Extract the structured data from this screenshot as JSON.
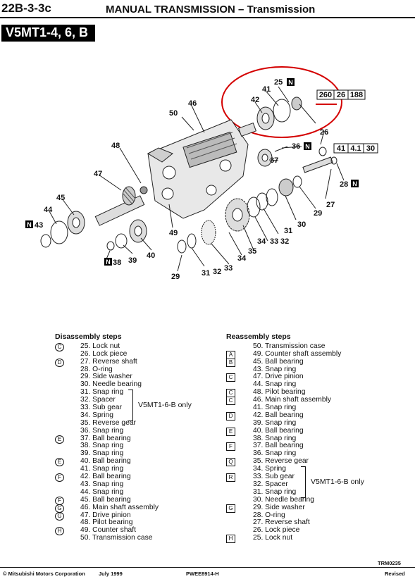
{
  "header": {
    "section": "22B-3-3c",
    "title": "MANUAL TRANSMISSION – Transmission"
  },
  "model_banner": "V5MT1-4, 6, B",
  "diagram": {
    "torque_specs": [
      "260",
      "26",
      "188"
    ],
    "torque_specs_2": [
      "41",
      "4.1",
      "30"
    ],
    "n_mark": "N",
    "callouts": [
      "25",
      "41",
      "42",
      "50",
      "46",
      "26",
      "36",
      "37",
      "48",
      "47",
      "45",
      "44",
      "43",
      "49",
      "40",
      "39",
      "38",
      "29",
      "31",
      "32",
      "33",
      "34",
      "35",
      "30",
      "27",
      "28"
    ]
  },
  "disassembly": {
    "heading": "Disassembly steps",
    "variant_note": "V5MT1-6-B only",
    "steps": [
      {
        "mark": "C",
        "text": "25. Lock nut"
      },
      {
        "mark": "",
        "text": "26. Lock piece"
      },
      {
        "mark": "D",
        "text": "27. Reverse shaft"
      },
      {
        "mark": "",
        "text": "28. O-ring"
      },
      {
        "mark": "",
        "text": "29. Side washer"
      },
      {
        "mark": "",
        "text": "30. Needle bearing"
      },
      {
        "mark": "",
        "text": "31. Snap ring"
      },
      {
        "mark": "",
        "text": "32. Spacer"
      },
      {
        "mark": "",
        "text": "33. Sub gear"
      },
      {
        "mark": "",
        "text": "34. Spring"
      },
      {
        "mark": "",
        "text": "35. Reverse gear"
      },
      {
        "mark": "",
        "text": "36. Snap ring"
      },
      {
        "mark": "E",
        "text": "37. Ball bearing"
      },
      {
        "mark": "",
        "text": "38. Snap ring"
      },
      {
        "mark": "",
        "text": "39. Snap ring"
      },
      {
        "mark": "E",
        "text": "40. Ball bearing"
      },
      {
        "mark": "",
        "text": "41. Snap ring"
      },
      {
        "mark": "F",
        "text": "42. Ball bearing"
      },
      {
        "mark": "",
        "text": "43. Snap ring"
      },
      {
        "mark": "",
        "text": "44. Snap ring"
      },
      {
        "mark": "F",
        "text": "45. Ball bearing"
      },
      {
        "mark": "G",
        "text": "46. Main shaft assembly"
      },
      {
        "mark": "G",
        "text": "47. Drive pinion"
      },
      {
        "mark": "",
        "text": "48. Pilot bearing"
      },
      {
        "mark": "H",
        "text": "49. Counter shaft"
      },
      {
        "mark": "",
        "text": "50. Transmission case"
      }
    ]
  },
  "reassembly": {
    "heading": "Reassembly steps",
    "variant_note": "V5MT1-6-B only",
    "steps": [
      {
        "mark": "",
        "text": "50. Transmission case"
      },
      {
        "mark": "A",
        "text": "49. Counter shaft assembly"
      },
      {
        "mark": "B",
        "text": "45. Ball bearing"
      },
      {
        "mark": "",
        "text": "43. Snap ring"
      },
      {
        "mark": "C",
        "text": "47. Drive pinion"
      },
      {
        "mark": "",
        "text": "44. Snap ring"
      },
      {
        "mark": "C",
        "text": "48. Pilot bearing"
      },
      {
        "mark": "C",
        "text": "46. Main shaft assembly"
      },
      {
        "mark": "",
        "text": "41. Snap ring"
      },
      {
        "mark": "D",
        "text": "42. Ball bearing"
      },
      {
        "mark": "",
        "text": "39. Snap ring"
      },
      {
        "mark": "E",
        "text": "40. Ball bearing"
      },
      {
        "mark": "",
        "text": "38. Snap ring"
      },
      {
        "mark": "F",
        "text": "37. Ball bearing"
      },
      {
        "mark": "",
        "text": "36. Snap ring"
      },
      {
        "mark": "Q",
        "text": "35. Reverse gear"
      },
      {
        "mark": "",
        "text": "34. Spring"
      },
      {
        "mark": "R",
        "text": "33. Sub gear"
      },
      {
        "mark": "",
        "text": "32. Spacer"
      },
      {
        "mark": "",
        "text": "31. Snap ring"
      },
      {
        "mark": "",
        "text": "30. Needle bearing"
      },
      {
        "mark": "G",
        "text": "29. Side washer"
      },
      {
        "mark": "",
        "text": "28. O-ring"
      },
      {
        "mark": "",
        "text": "27. Reverse shaft"
      },
      {
        "mark": "",
        "text": "26. Lock piece"
      },
      {
        "mark": "H",
        "text": "25. Lock nut"
      }
    ]
  },
  "footer": {
    "code": "TRM0235",
    "copyright": "© Mitsubishi Motors Corporation",
    "date": "July 1999",
    "pub": "PWEE8914-H",
    "status": "Revised"
  }
}
